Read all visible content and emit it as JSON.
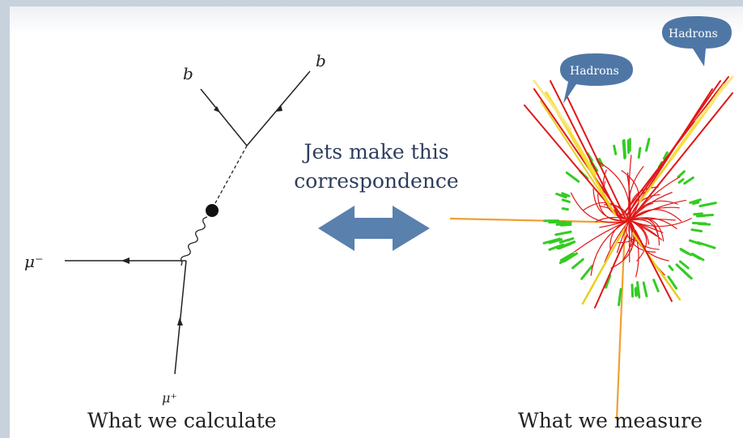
{
  "diagram": {
    "feynman": {
      "b_top_left": "b",
      "b_top_right": "b",
      "muon_minus": "μ⁻",
      "muon_plus": "μ⁺"
    },
    "center_text_line1": "Jets make this",
    "center_text_line2": "correspondence",
    "bubble_left": "Hadrons",
    "bubble_right": "Hadrons",
    "caption_left": "What we calculate",
    "caption_right": "What we measure",
    "colors": {
      "arrow": "#5a80ad",
      "bubble": "#4f77a6",
      "center_text": "#2e3e5c",
      "tracks": "#e01818",
      "hits": "#33cc22",
      "jets": "#e8d020",
      "beam": "#f0a030"
    }
  }
}
